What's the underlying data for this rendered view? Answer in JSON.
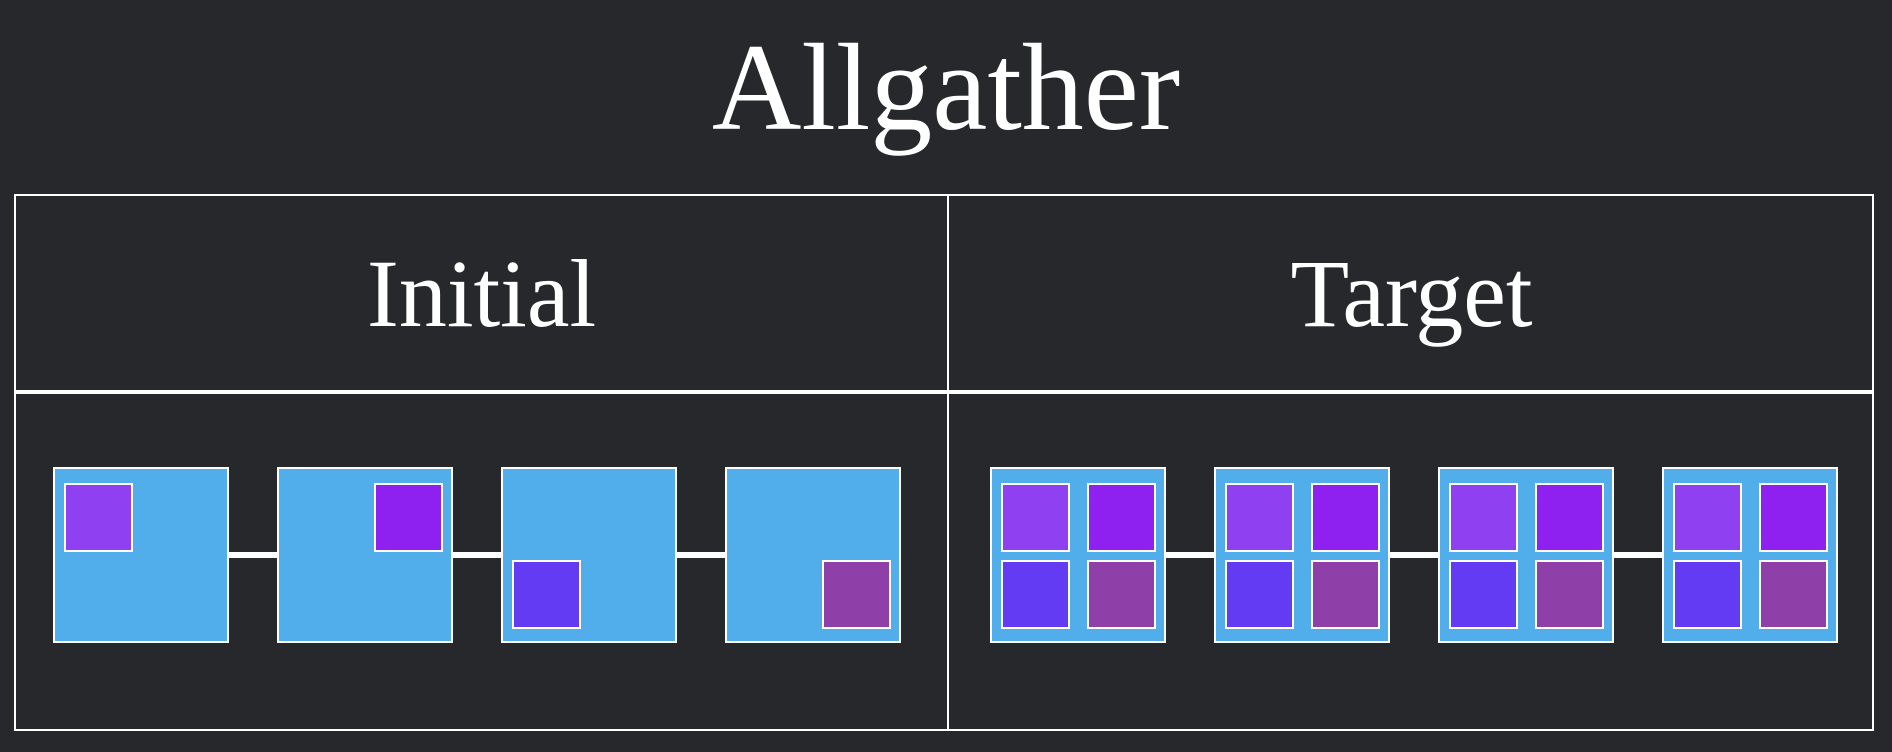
{
  "title": "Allgather",
  "columns": {
    "initial": "Initial",
    "target": "Target"
  },
  "colors": {
    "background": "#27282c",
    "line": "#ffffff",
    "node": "#52aeea",
    "chunk_0": "#8f40f0",
    "chunk_1": "#8e21ef",
    "chunk_2": "#633bf3",
    "chunk_3": "#8e40a8"
  },
  "initial_nodes": [
    {
      "chunks": [
        0
      ]
    },
    {
      "chunks": [
        1
      ]
    },
    {
      "chunks": [
        2
      ]
    },
    {
      "chunks": [
        3
      ]
    }
  ],
  "target_nodes": [
    {
      "chunks": [
        0,
        1,
        2,
        3
      ]
    },
    {
      "chunks": [
        0,
        1,
        2,
        3
      ]
    },
    {
      "chunks": [
        0,
        1,
        2,
        3
      ]
    },
    {
      "chunks": [
        0,
        1,
        2,
        3
      ]
    }
  ]
}
